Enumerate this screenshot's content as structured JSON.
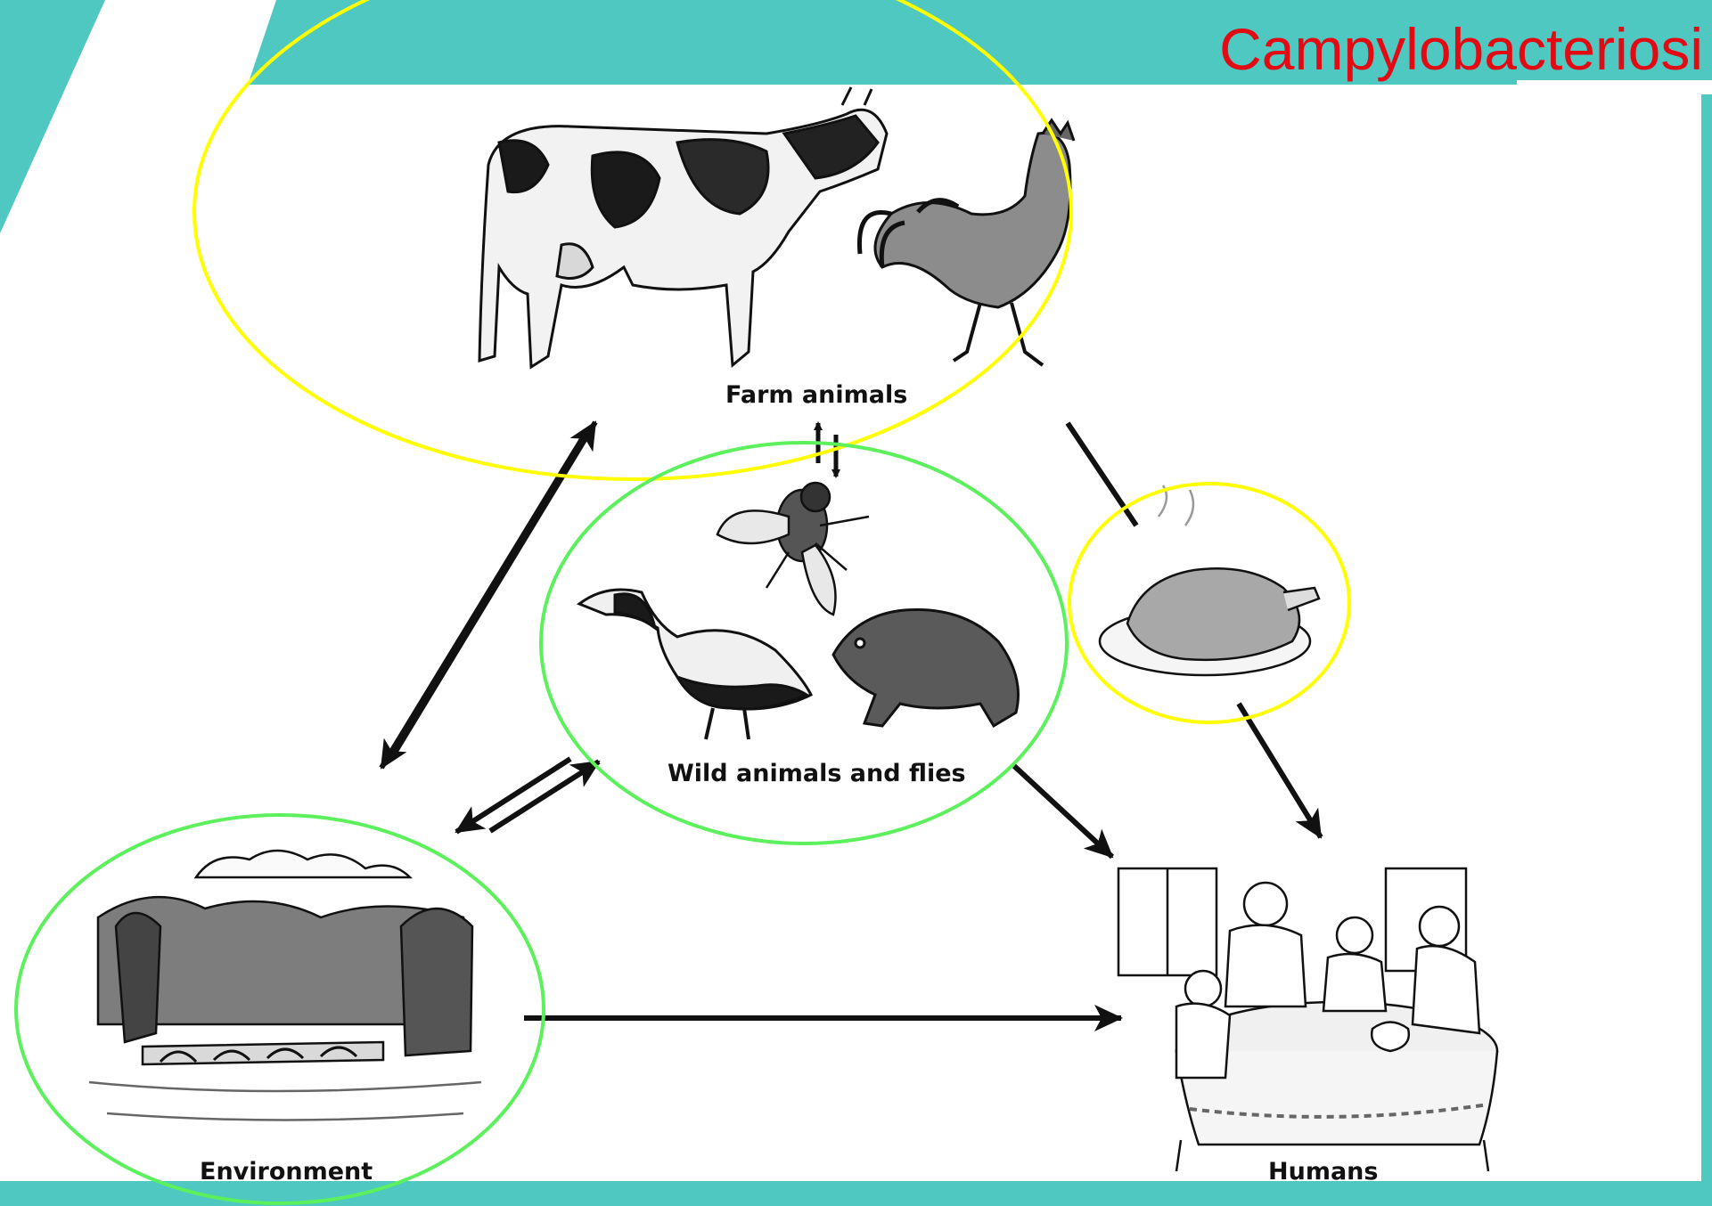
{
  "title": "Campylobacteriosi",
  "colors": {
    "accent_teal": "#4ec8c1",
    "title_red": "#e30b13",
    "outline_yellow": "#ffff00",
    "outline_green": "#5df05d"
  },
  "nodes": {
    "farm_animals": {
      "label": "Farm animals",
      "icons": [
        "cow-illustration",
        "rooster-illustration"
      ]
    },
    "wild_animals": {
      "label": "Wild animals and flies",
      "icons": [
        "fly-illustration",
        "duck-illustration",
        "rodent-illustration"
      ]
    },
    "food": {
      "icons": [
        "roast-chicken-illustration"
      ]
    },
    "environment": {
      "label": "Environment",
      "icons": [
        "landscape-illustration"
      ]
    },
    "humans": {
      "label": "Humans",
      "icons": [
        "family-dinner-illustration"
      ]
    }
  }
}
